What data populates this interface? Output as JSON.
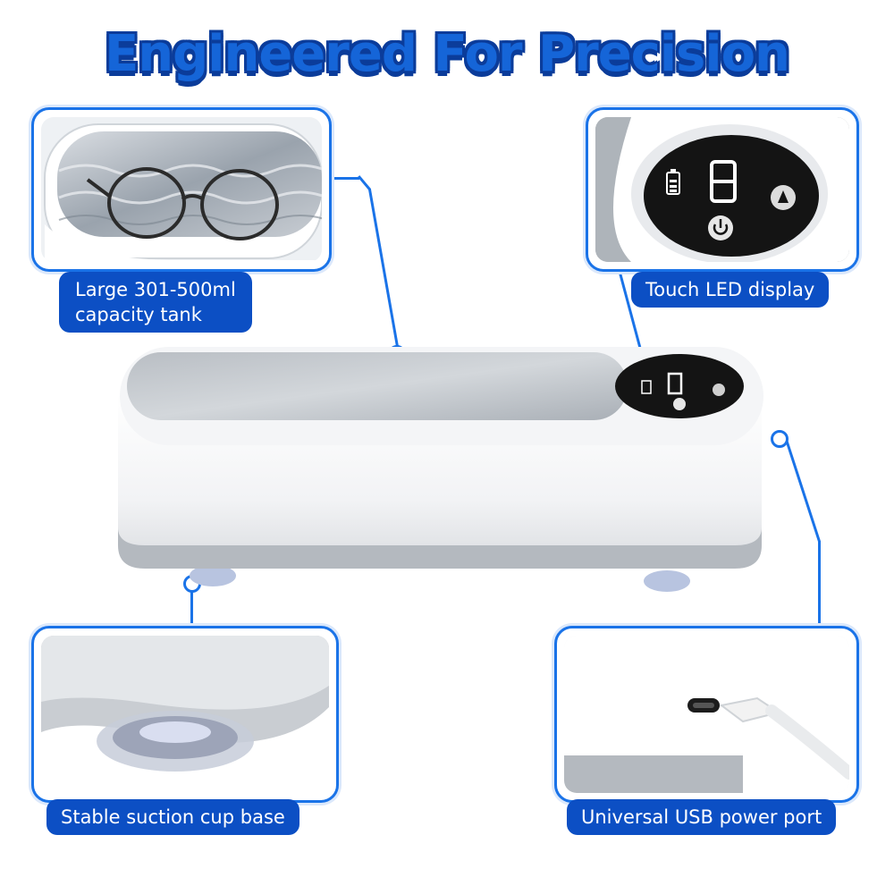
{
  "title": "Engineered For Precision",
  "callouts": {
    "tank": {
      "label_line1": "Large 301-500ml",
      "label_line2": "capacity tank"
    },
    "display": {
      "label": "Touch LED display"
    },
    "suction": {
      "label": "Stable suction cup base"
    },
    "usb": {
      "label": "Universal USB power port"
    }
  },
  "colors": {
    "accent": "#1a73e8",
    "label_bg": "#0c4fc4",
    "title": "#1565d8"
  }
}
